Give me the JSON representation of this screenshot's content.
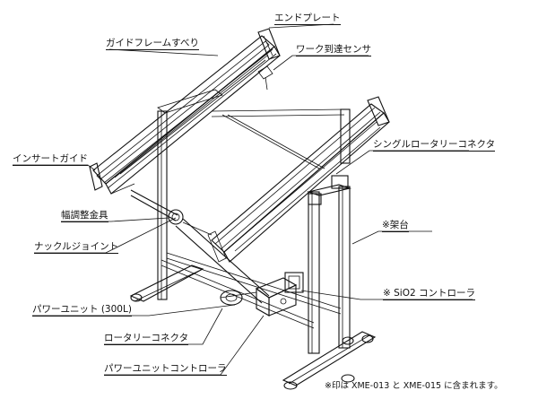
{
  "labels": {
    "end_plate": "エンドプレート",
    "guide_frame_slide": "ガイドフレームすべり",
    "work_arrival_sensor": "ワーク到達センサ",
    "single_rotary_connector": "シングルロータリーコネクタ",
    "insert_guide": "インサートガイド",
    "width_adjust_fitting": "幅調整金具",
    "knuckle_joint": "ナックルジョイント",
    "stand": "※架台",
    "sio2_controller": "※ SiO2 コントローラ",
    "power_unit": "パワーユニット (300L)",
    "rotary_connector": "ロータリーコネクタ",
    "power_unit_controller": "パワーユニットコントローラ"
  },
  "footnote": "※印は XME-013 と XME-015 に含まれます。"
}
